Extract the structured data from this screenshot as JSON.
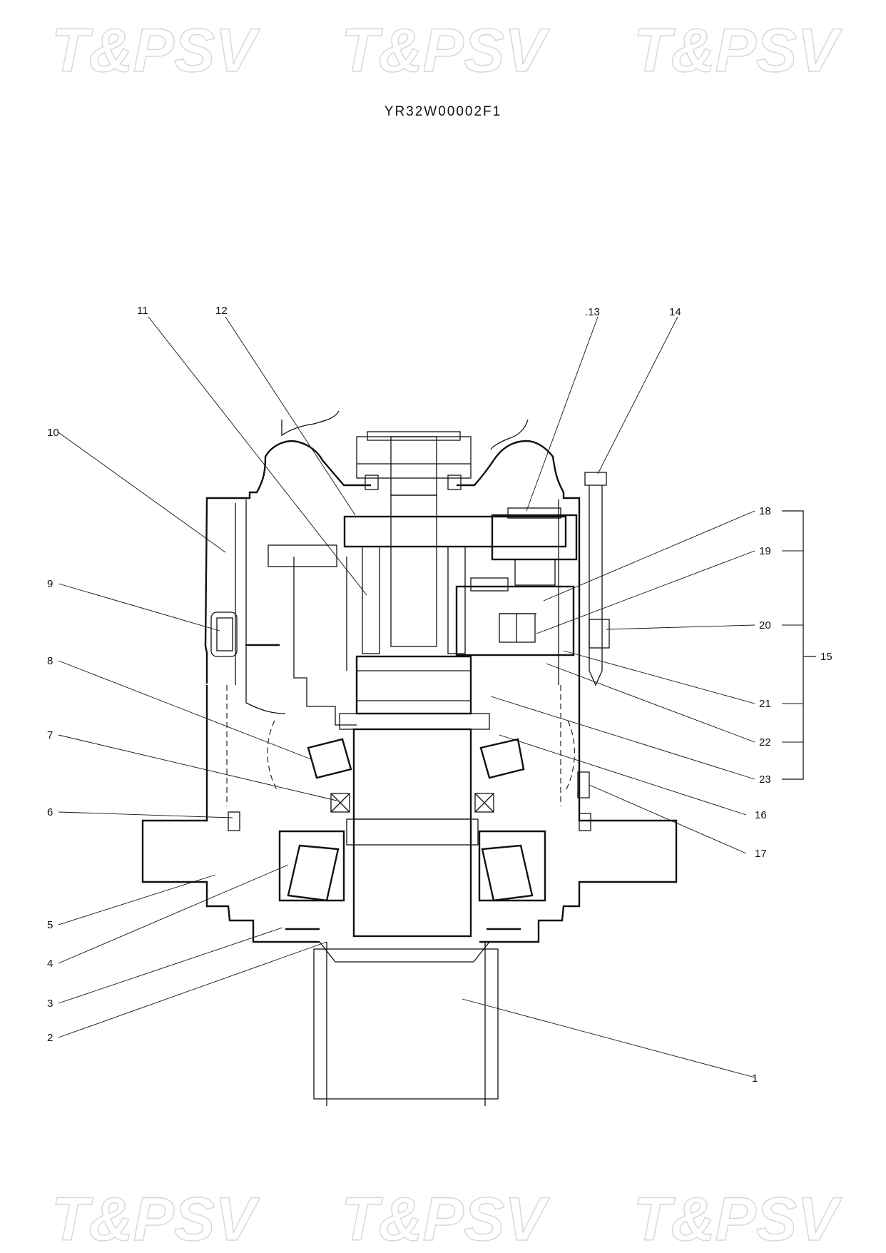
{
  "drawing": {
    "code": "YR32W00002F1"
  },
  "watermark": {
    "text": "T&PSV"
  },
  "callouts": [
    {
      "id": "c1",
      "label": "1"
    },
    {
      "id": "c2",
      "label": "2"
    },
    {
      "id": "c3",
      "label": "3"
    },
    {
      "id": "c4",
      "label": "4"
    },
    {
      "id": "c5",
      "label": "5"
    },
    {
      "id": "c6",
      "label": "6"
    },
    {
      "id": "c7",
      "label": "7"
    },
    {
      "id": "c8",
      "label": "8"
    },
    {
      "id": "c9",
      "label": "9"
    },
    {
      "id": "c10",
      "label": "10"
    },
    {
      "id": "c11",
      "label": "11"
    },
    {
      "id": "c12",
      "label": "12"
    },
    {
      "id": "c13",
      "label": ".13"
    },
    {
      "id": "c14",
      "label": "14"
    },
    {
      "id": "c15",
      "label": "15"
    },
    {
      "id": "c16",
      "label": "16"
    },
    {
      "id": "c17",
      "label": "17"
    },
    {
      "id": "c18",
      "label": "18"
    },
    {
      "id": "c19",
      "label": "19"
    },
    {
      "id": "c20",
      "label": "20"
    },
    {
      "id": "c21",
      "label": "21"
    },
    {
      "id": "c22",
      "label": "22"
    },
    {
      "id": "c23",
      "label": "23"
    }
  ]
}
